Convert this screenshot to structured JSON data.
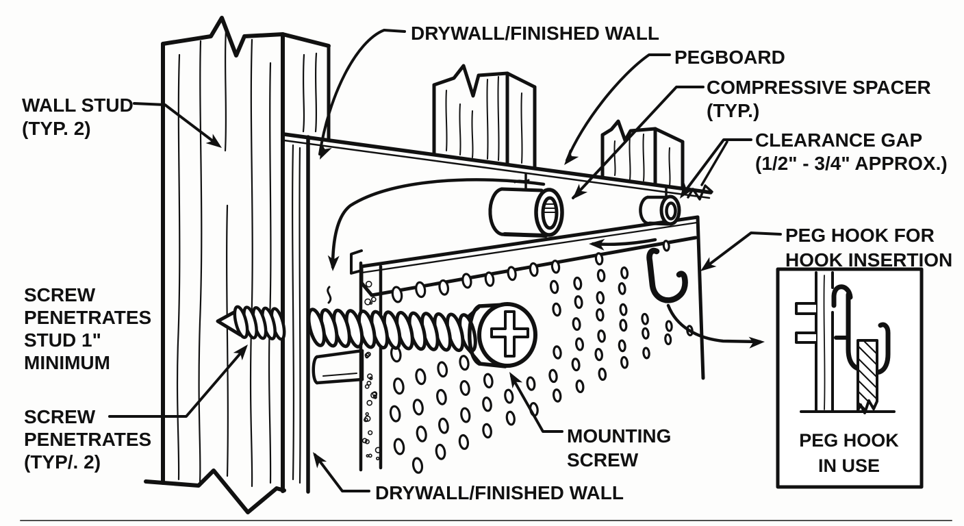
{
  "figure_title": "Pegboard wall-mounting cutaway diagram",
  "colors": {
    "ink": "#111111",
    "paper": "#ffffff",
    "background": "#fdfdfc"
  },
  "labels": {
    "drywall_top": "DRYWALL/FINISHED WALL",
    "wall_stud": [
      "WALL STUD",
      "(TYP. 2)"
    ],
    "pegboard": "PEGBOARD",
    "compressive_spacer": [
      "COMPRESSIVE SPACER",
      "(TYP.)"
    ],
    "clearance_gap": [
      "CLEARANCE GAP",
      "(1/2\" - 3/4\" APPROX.)"
    ],
    "peg_hook_insertion": [
      "PEG HOOK FOR",
      "HOOK INSERTION"
    ],
    "screw_penetrates_stud": [
      "SCREW",
      "PENETRATES",
      "STUD 1\"",
      "MINIMUM"
    ],
    "screw_penetrates_typ": [
      "SCREW",
      "PENETRATES",
      "(TYP/. 2)"
    ],
    "mounting_screw": [
      "MOUNTING",
      "SCREW"
    ],
    "drywall_bottom": "DRYWALL/FINISHED WALL",
    "inset_caption": [
      "PEG HOOK",
      "IN USE"
    ]
  }
}
